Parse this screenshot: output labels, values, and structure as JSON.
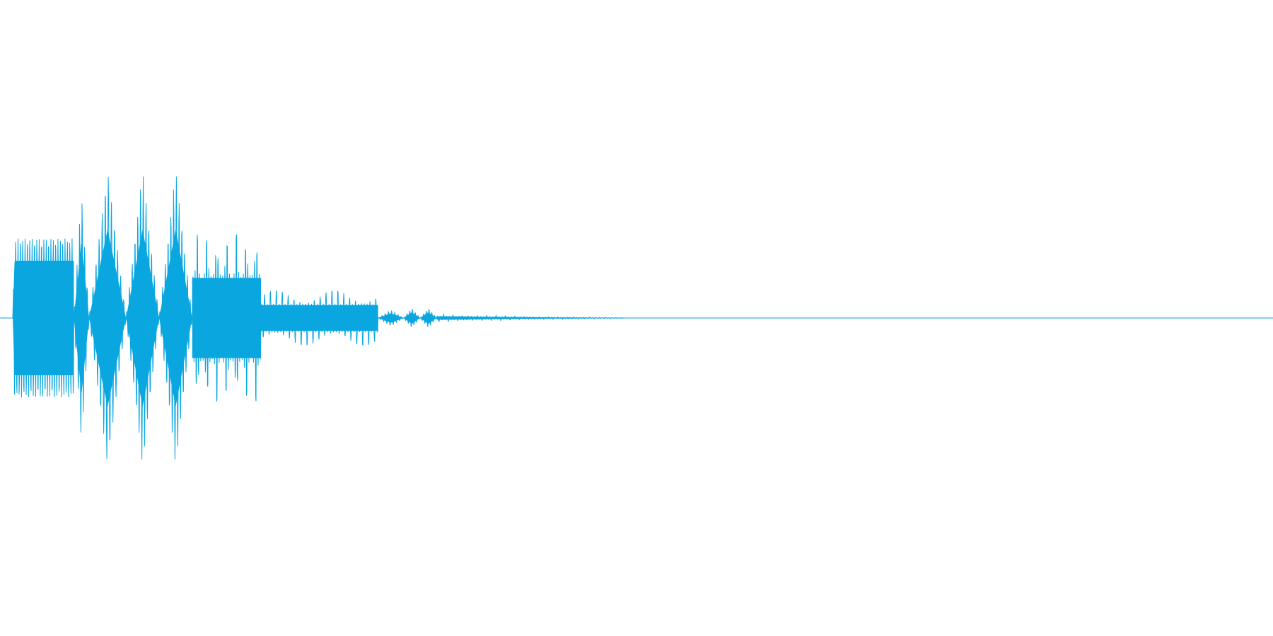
{
  "waveform": {
    "color": "#0aa6e0",
    "background": "#ffffff",
    "segments": [
      {
        "kind": "tone",
        "start": 0.01,
        "end": 0.058,
        "peak": 0.5,
        "shape": "flat",
        "cycles": 26
      },
      {
        "kind": "burst",
        "start": 0.058,
        "end": 0.07,
        "peak": 0.8,
        "shape": "diamond",
        "cycles": 6
      },
      {
        "kind": "burst",
        "start": 0.07,
        "end": 0.099,
        "peak": 0.93,
        "shape": "diamond",
        "cycles": 12
      },
      {
        "kind": "burst",
        "start": 0.099,
        "end": 0.125,
        "peak": 0.93,
        "shape": "diamond",
        "cycles": 12
      },
      {
        "kind": "burst",
        "start": 0.125,
        "end": 0.151,
        "peak": 0.93,
        "shape": "diamond",
        "cycles": 12
      },
      {
        "kind": "pulses",
        "start": 0.151,
        "end": 0.205,
        "peak": 0.62,
        "base": 0.28,
        "pulses": 7,
        "cycles": 30
      },
      {
        "kind": "pulses",
        "start": 0.205,
        "end": 0.297,
        "peak": 0.2,
        "base": 0.09,
        "pulses": 19,
        "cycles": 40
      },
      {
        "kind": "burst",
        "start": 0.297,
        "end": 0.317,
        "peak": 0.05,
        "shape": "diamond",
        "cycles": 8
      },
      {
        "kind": "burst",
        "start": 0.317,
        "end": 0.33,
        "peak": 0.06,
        "shape": "diamond",
        "cycles": 6
      },
      {
        "kind": "burst",
        "start": 0.33,
        "end": 0.343,
        "peak": 0.06,
        "shape": "diamond",
        "cycles": 6
      },
      {
        "kind": "pulses",
        "start": 0.343,
        "end": 0.44,
        "peak": 0.025,
        "base": 0.012,
        "pulses": 26,
        "cycles": 40,
        "fade": true
      },
      {
        "kind": "pulses",
        "start": 0.44,
        "end": 0.49,
        "peak": 0.01,
        "base": 0.004,
        "pulses": 12,
        "cycles": 20,
        "fade": true
      }
    ]
  }
}
